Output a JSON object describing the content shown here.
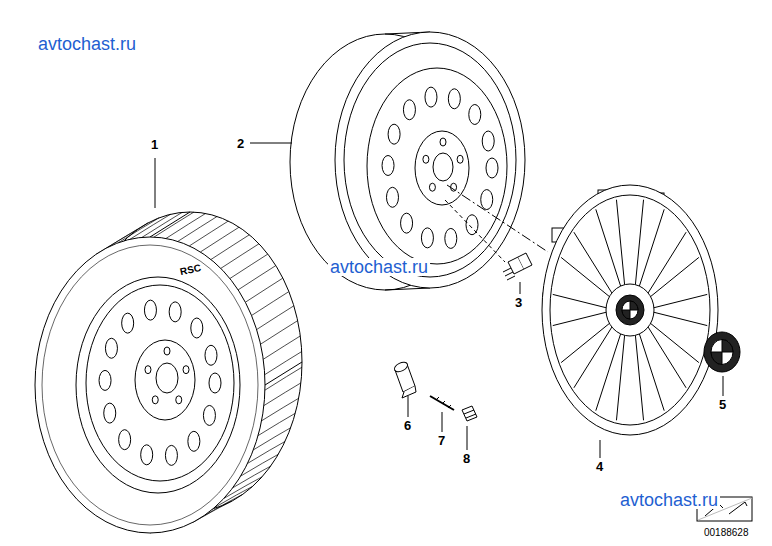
{
  "diagram": {
    "labels": [
      "avtochast.ru",
      "1",
      "2",
      "avtochast.ru",
      "3",
      "5",
      "6",
      "7",
      "8",
      "4",
      "avtochast.ru",
      "00188628",
      "RSC"
    ]
  }
}
